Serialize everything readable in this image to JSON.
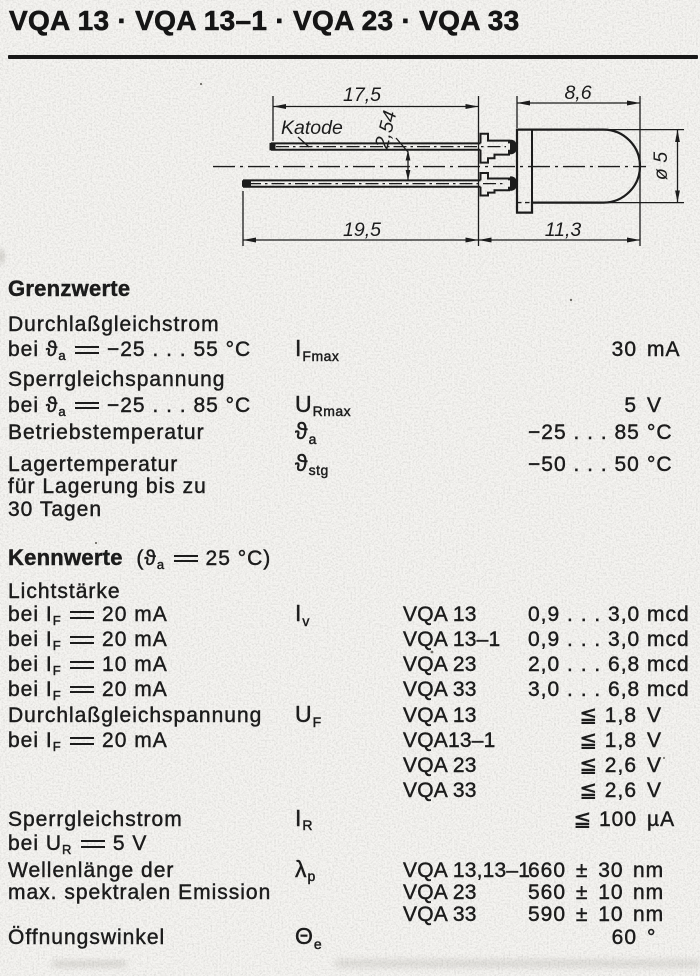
{
  "page": {
    "background": "#f5f4f1",
    "ink": "#1d1d1d"
  },
  "title": "VQA 13 · VQA 13–1 · VQA 23 · VQA 33",
  "figure": {
    "cathode_label": "Katode",
    "dims": {
      "cathode_lead_length": "17,5",
      "anode_lead_length": "19,5",
      "lead_pitch": "2,54",
      "body_length": "8,6",
      "total_length": "11,3",
      "diameter": "ø 5"
    }
  },
  "grenzwerte": {
    "heading": "Grenzwerte",
    "rows": [
      {
        "line1": "Durchlaßgleichstrom",
        "cond_pre": "bei ϑ",
        "cond_sub": "a",
        "cond_post": "−25 . . . 55 °C",
        "sym_base": "I",
        "sym_sub": "Fmax",
        "value": "30",
        "unit": "mA"
      },
      {
        "line1": "Sperrgleichspannung",
        "cond_pre": "bei ϑ",
        "cond_sub": "a",
        "cond_post": "−25 . . . 85 °C",
        "sym_base": "U",
        "sym_sub": "Rmax",
        "value": "5",
        "unit": "V"
      },
      {
        "line1": "Betriebstemperatur",
        "sym_base": "ϑ",
        "sym_sub": "a",
        "value": "−25 . . . 85",
        "unit": "°C"
      },
      {
        "line1": "Lagertemperatur",
        "line2": "für Lagerung bis zu",
        "line3": "30 Tagen",
        "sym_base": "ϑ",
        "sym_sub": "stg",
        "value": "−50 . . . 50",
        "unit": "°C"
      }
    ]
  },
  "kennwerte": {
    "heading": "Kennwerte",
    "heading_cond_pre": "(ϑ",
    "heading_cond_sub": "a",
    "heading_cond_post": "25 °C)",
    "lichtstaerke": {
      "label": "Lichtstärke",
      "sym_base": "I",
      "sym_sub": "v",
      "rows": [
        {
          "cond_pre": "bei I",
          "cond_sub": "F",
          "cond_post": "20 mA",
          "type": "VQA 13",
          "value": "0,9 . . . 3,0",
          "unit": "mcd"
        },
        {
          "cond_pre": "bei I",
          "cond_sub": "F",
          "cond_post": "20 mA",
          "type": "VQA 13–1",
          "value": "0,9 . . . 3,0",
          "unit": "mcd"
        },
        {
          "cond_pre": "bei I",
          "cond_sub": "F",
          "cond_post": "10 mA",
          "type": "VQA 23",
          "value": "2,0 . . . 6,8",
          "unit": "mcd"
        },
        {
          "cond_pre": "bei I",
          "cond_sub": "F",
          "cond_post": "20 mA",
          "type": "VQA 33",
          "value": "3,0 . . . 6,8",
          "unit": "mcd"
        }
      ]
    },
    "durchlass": {
      "label": "Durchlaßgleichspannung",
      "cond_pre": "bei I",
      "cond_sub": "F",
      "cond_post": "20 mA",
      "sym_base": "U",
      "sym_sub": "F",
      "rows": [
        {
          "type": "VQA 13",
          "value": "≦ 1,8",
          "unit": "V"
        },
        {
          "type": "VQA13–1",
          "value": "≦ 1,8",
          "unit": "V"
        },
        {
          "type": "VQA 23",
          "value": "≦ 2,6",
          "unit": "V"
        },
        {
          "type": "VQA 33",
          "value": "≦ 2,6",
          "unit": "V"
        }
      ]
    },
    "sperr": {
      "label": "Sperrgleichstrom",
      "cond_pre": "bei U",
      "cond_sub": "R",
      "cond_post": "5 V",
      "sym_base": "I",
      "sym_sub": "R",
      "value": "≦ 100",
      "unit": "µA"
    },
    "wellenlaenge": {
      "label1": "Wellenlänge der",
      "label2": "max. spektralen Emission",
      "sym_base": "λ",
      "sym_sub": "p",
      "rows": [
        {
          "type": "VQA 13,13–1",
          "value": "660 ± 30",
          "unit": "nm"
        },
        {
          "type": "VQA 23",
          "value": "560 ± 10",
          "unit": "nm"
        },
        {
          "type": "VQA 33",
          "value": "590 ± 10",
          "unit": "nm"
        }
      ]
    },
    "oeffnung": {
      "label": "Öffnungswinkel",
      "sym_base": "Θ",
      "sym_sub": "e",
      "value": "60",
      "unit": "°"
    }
  }
}
